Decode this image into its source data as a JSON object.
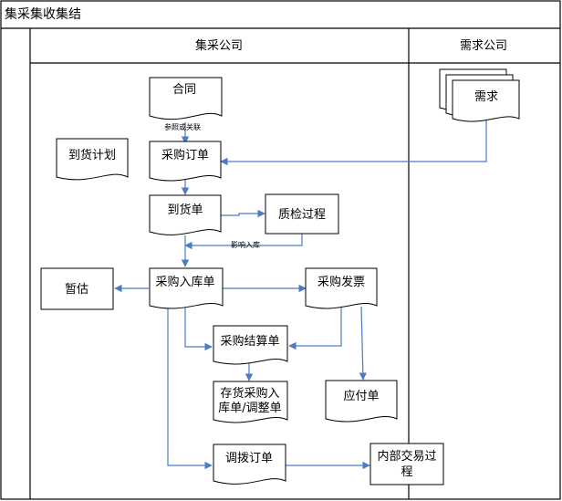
{
  "title": "集采集收集结",
  "lanes": {
    "group": "集采公司",
    "demand": "需求公司"
  },
  "nodes": {
    "contract": "合同",
    "demand_doc": "需求",
    "arrival_plan": "到货计划",
    "purchase_order": "采购订单",
    "arrival_note": "到货单",
    "quality_check": "质检过程",
    "provisional": "暂估",
    "purchase_inbound": "采购入库单",
    "purchase_invoice": "采购发票",
    "purchase_settlement": "采购结算单",
    "inventory_inbound": [
      "存货采购入",
      "库单/调整单"
    ],
    "payable": "应付单",
    "transfer_order": "调拨订单",
    "internal_trade": [
      "内部交易过",
      "程"
    ]
  },
  "edge_labels": {
    "reference_or_link": "参照或关联",
    "affects_inbound": "影响入库"
  },
  "colors": {
    "edge": "#4a7cc4",
    "frame": "#000000",
    "background": "#ffffff"
  }
}
